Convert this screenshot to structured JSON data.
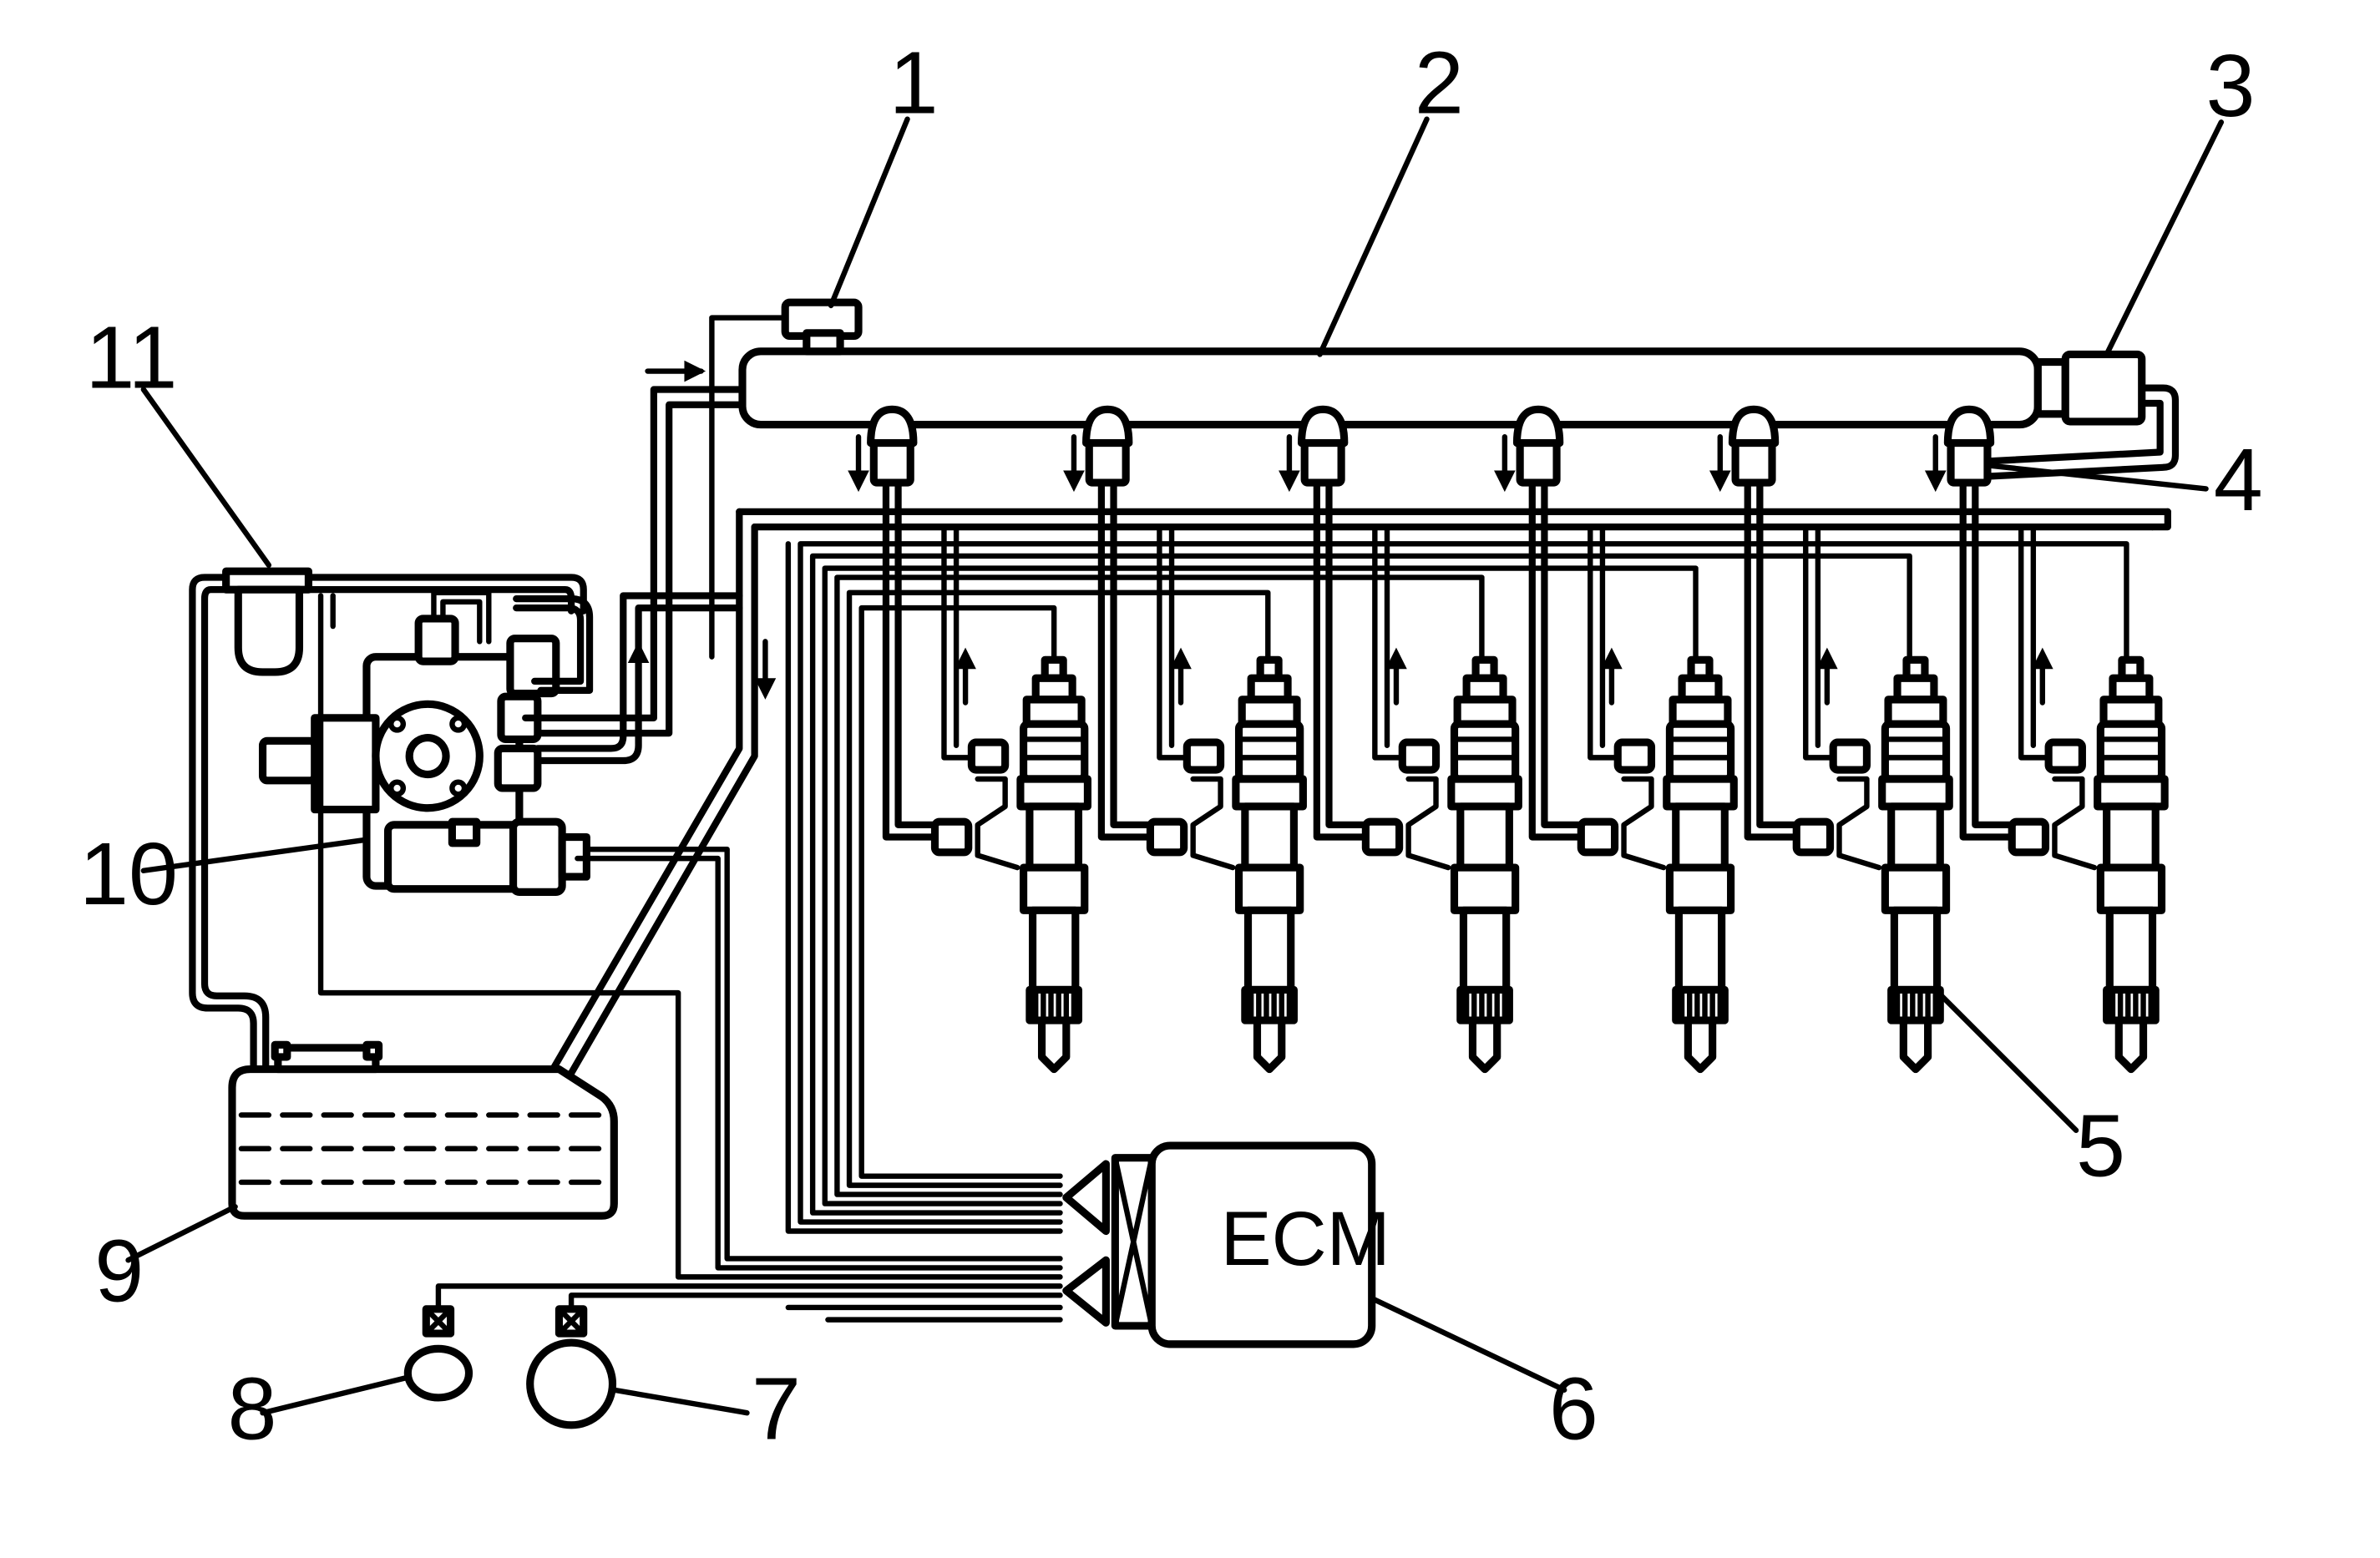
{
  "callouts": [
    {
      "id": "1"
    },
    {
      "id": "2"
    },
    {
      "id": "3"
    },
    {
      "id": "4"
    },
    {
      "id": "5"
    },
    {
      "id": "6"
    },
    {
      "id": "7"
    },
    {
      "id": "8"
    },
    {
      "id": "9"
    },
    {
      "id": "10"
    },
    {
      "id": "11"
    }
  ],
  "ecm": {
    "label": "ECM"
  },
  "injector_count": 6
}
